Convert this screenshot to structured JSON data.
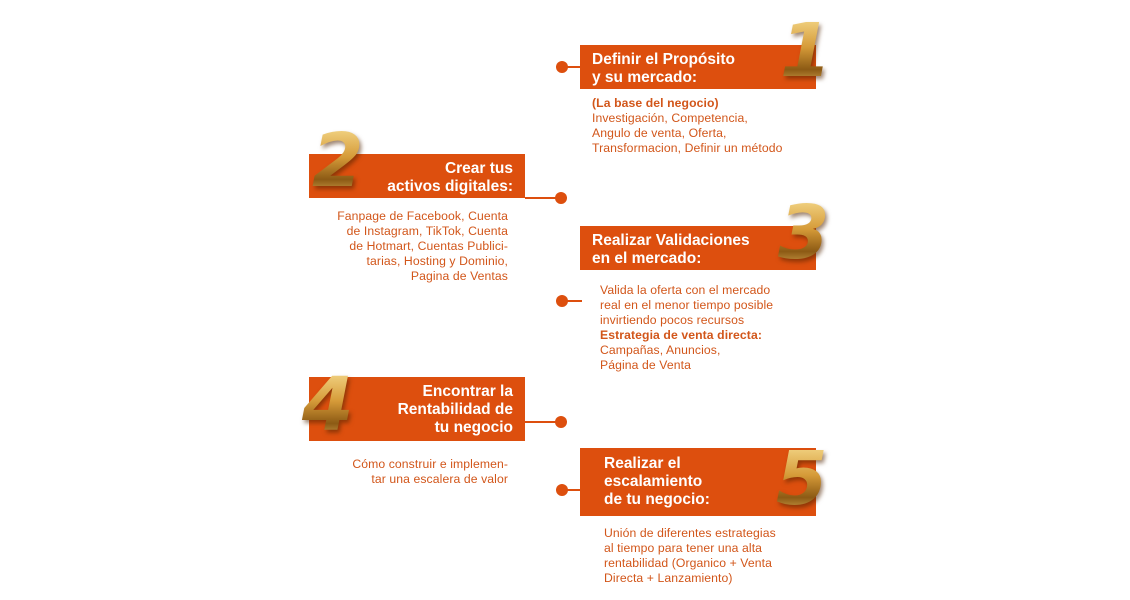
{
  "steps": [
    {
      "number": "1",
      "title_lines": [
        "Definir el Propósito",
        "y su mercado:"
      ],
      "desc_bold": "(La base del negocio)",
      "desc_lines": [
        "Investigación, Competencia,",
        "Angulo de venta, Oferta,",
        "Transformacion, Definir un método"
      ]
    },
    {
      "number": "2",
      "title_lines": [
        "Crear tus",
        "activos digitales:"
      ],
      "desc_lines": [
        "Fanpage de Facebook, Cuenta",
        "de Instagram, TikTok, Cuenta",
        "de Hotmart,  Cuentas Publici-",
        "tarias, Hosting y Dominio,",
        "Pagina de Ventas"
      ]
    },
    {
      "number": "3",
      "title_lines": [
        "Realizar Validaciones",
        "en el mercado:"
      ],
      "desc_lines": [
        "Valida la oferta con el mercado",
        "real en el menor tiempo posible",
        "invirtiendo pocos recursos"
      ],
      "desc_bold": "Estrategia de venta directa:",
      "desc_lines_2": [
        "Campañas, Anuncios,",
        "Página de Venta"
      ]
    },
    {
      "number": "4",
      "title_lines": [
        "Encontrar la",
        "Rentabilidad de",
        "tu negocio"
      ],
      "desc_lines": [
        "Cómo construir e implemen-",
        "tar una escalera de valor"
      ]
    },
    {
      "number": "5",
      "title_lines": [
        "Realizar el",
        "escalamiento",
        "de tu negocio:"
      ],
      "desc_lines": [
        "Unión de diferentes estrategias",
        "al tiempo para tener una alta",
        "rentabilidad (Organico + Venta",
        "Directa + Lanzamiento)"
      ]
    }
  ],
  "colors": {
    "accent": "#dd4f0e",
    "text": "#d2561a",
    "gold": "#d8a445"
  }
}
